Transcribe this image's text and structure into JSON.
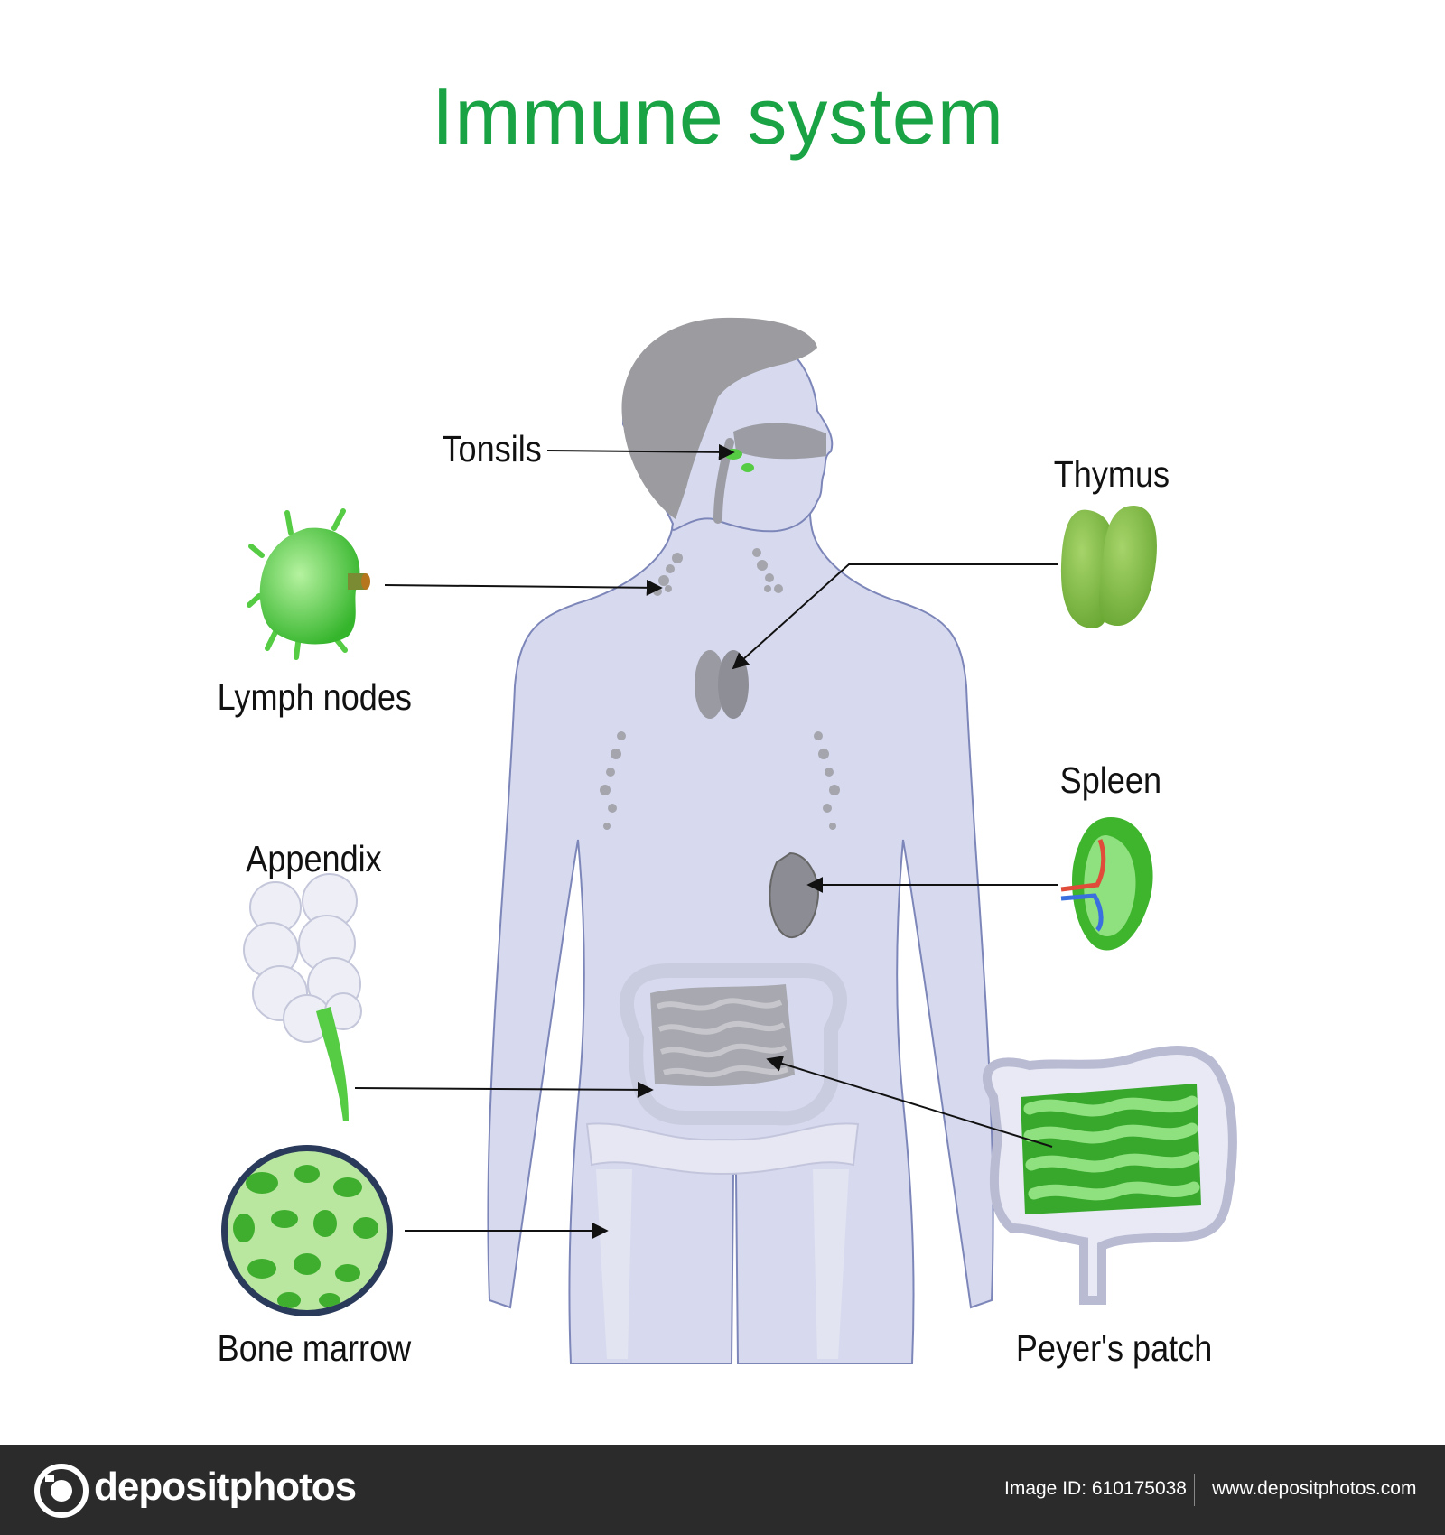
{
  "title": "Immune system",
  "labels": {
    "tonsils": "Tonsils",
    "thymus": "Thymus",
    "lymph_nodes": "Lymph nodes",
    "spleen": "Spleen",
    "appendix": "Appendix",
    "bone_marrow": "Bone marrow",
    "peyers_patch": "Peyer's patch"
  },
  "footer": {
    "brand": "depositphotos",
    "image_id": "Image ID: 610175038",
    "site": "www.depositphotos.com"
  },
  "colors": {
    "title": "#1aa344",
    "organ_green": "#55cc44",
    "body": "#d7daef",
    "hair": "#9a9a9e",
    "footer_bg": "#2b2b2b"
  }
}
